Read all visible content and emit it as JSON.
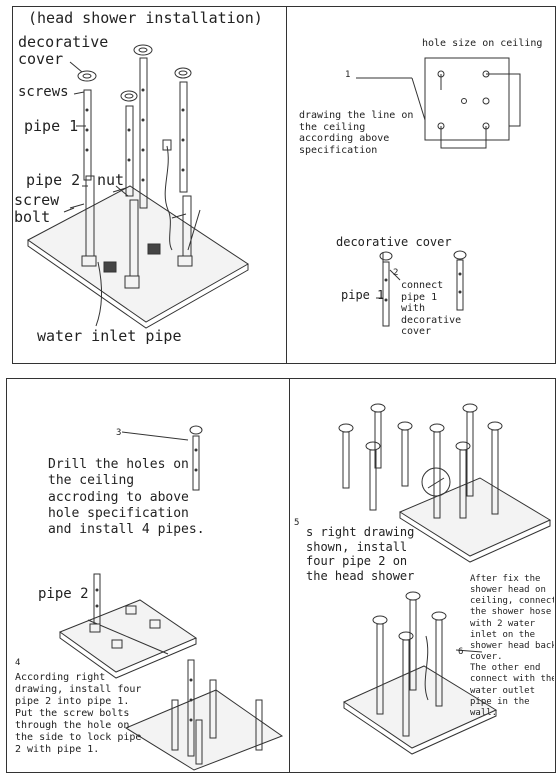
{
  "panel1": {
    "title": "(head shower installation)",
    "decorative_cover": "decorative\ncover",
    "screws": "screws",
    "pipe1": "pipe 1",
    "pipe2": "pipe 2",
    "nut": "nut",
    "screw_bolt": "screw\nbolt",
    "water_inlet_pipe": "water inlet pipe"
  },
  "panel2": {
    "hole_size": "hole size on ceiling",
    "step1_number": "1",
    "step1_text": "drawing the line on\nthe ceiling\naccording above\nspecification",
    "decorative_cover": "decorative cover",
    "pipe1": "pipe 1",
    "step2_number": "2",
    "step2_text": "connect\npipe 1\nwith\ndecorative\ncover"
  },
  "panel3": {
    "step3_number": "3",
    "step3_text": "Drill the holes on\nthe ceiling\naccroding to above\nhole specification\nand install 4 pipes.",
    "pipe2": "pipe 2",
    "step4_number": "4",
    "step4_text": "According right\ndrawing, install four\npipe 2 into pipe 1.\nPut the screw bolts\nthrough the hole on\nthe side to lock pipe\n2 with pipe 1."
  },
  "panel4": {
    "step5_number": "5",
    "step5_text": "s right drawing\nshown, install\nfour pipe 2 on\nthe head shower",
    "step6_number": "6",
    "step6_text": "After fix the\nshower head on\nceiling, connect\nthe shower hose\nwith 2 water\ninlet on the\nshower head back\ncover.\nThe other end\nconnect with the\nwater outlet\npipe in the\nwall."
  }
}
